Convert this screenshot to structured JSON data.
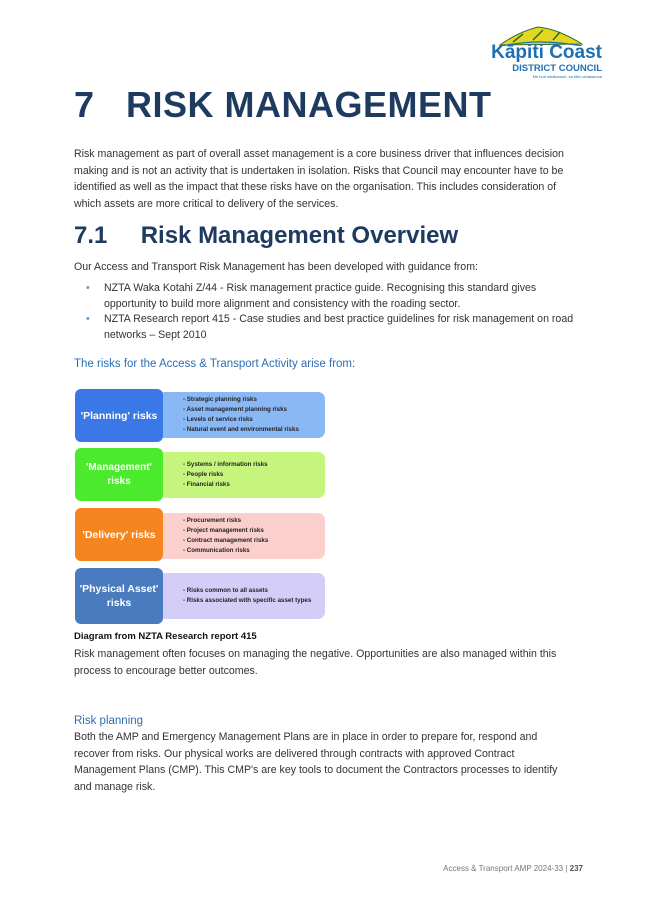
{
  "logo": {
    "name": "Kāpiti Coast",
    "sub": "DISTRICT COUNCIL",
    "tagline": "Me huri whakamuri, ka titiro whakamua"
  },
  "title": "7   RISK MANAGEMENT",
  "intro": "Risk management as part of overall asset management is a core business driver that influences decision making and is not an activity that is undertaken in isolation. Risks that Council may encounter have to be identified as well as the impact that these risks have on the organisation. This includes consideration of which assets are more critical to delivery of the services.",
  "section": "7.1     Risk Management Overview",
  "guidance": "Our Access and Transport Risk Management has been developed with guidance from:",
  "bullets": [
    "NZTA Waka Kotahi Z/44 - Risk management practice guide.  Recognising this standard gives opportunity to build more alignment and consistency with the roading sector.",
    "NZTA Research report 415 - Case studies and best practice guidelines for risk management on road networks – Sept 2010"
  ],
  "bullet_char": "•",
  "risks_heading": "The risks for the Access & Transport Activity arise from:",
  "diagram": [
    {
      "label": "'Planning' risks",
      "color": "#3b78e7",
      "bg": "#8ab8f5",
      "items": [
        "- Strategic planning risks",
        "- Asset management planning risks",
        "- Levels of service risks",
        "- Natural event and environmental risks"
      ]
    },
    {
      "label": "'Management' risks",
      "color": "#4cea2c",
      "bg": "#c6f57e",
      "items": [
        "- Systems / information risks",
        "- People risks",
        "- Financial risks"
      ]
    },
    {
      "label": "'Delivery' risks",
      "color": "#f5861f",
      "bg": "#fbd0cc",
      "items": [
        "- Procurement risks",
        "- Project management risks",
        "- Contract management risks",
        "- Communication risks"
      ]
    },
    {
      "label": "'Physical Asset' risks",
      "color": "#4a7bbf",
      "bg": "#d3cdf7",
      "items": [
        "- Risks common to all assets",
        "- Risks associated with specific asset types"
      ]
    }
  ],
  "caption": "Diagram from NZTA Research report 415",
  "opportunities": "Risk management often focuses on managing the negative.  Opportunities are also managed within this process to encourage better outcomes.",
  "risk_planning_heading": "Risk planning",
  "risk_planning": "Both the AMP and Emergency Management Plans are in place in order to prepare for, respond and recover from risks.  Our physical works are delivered through contracts with approved Contract Management Plans (CMP). This CMP's are key tools to document the Contractors processes to identify and manage risk.",
  "footer": {
    "doc": "Access & Transport AMP 2024-33",
    "sep": "|",
    "page": "237"
  }
}
